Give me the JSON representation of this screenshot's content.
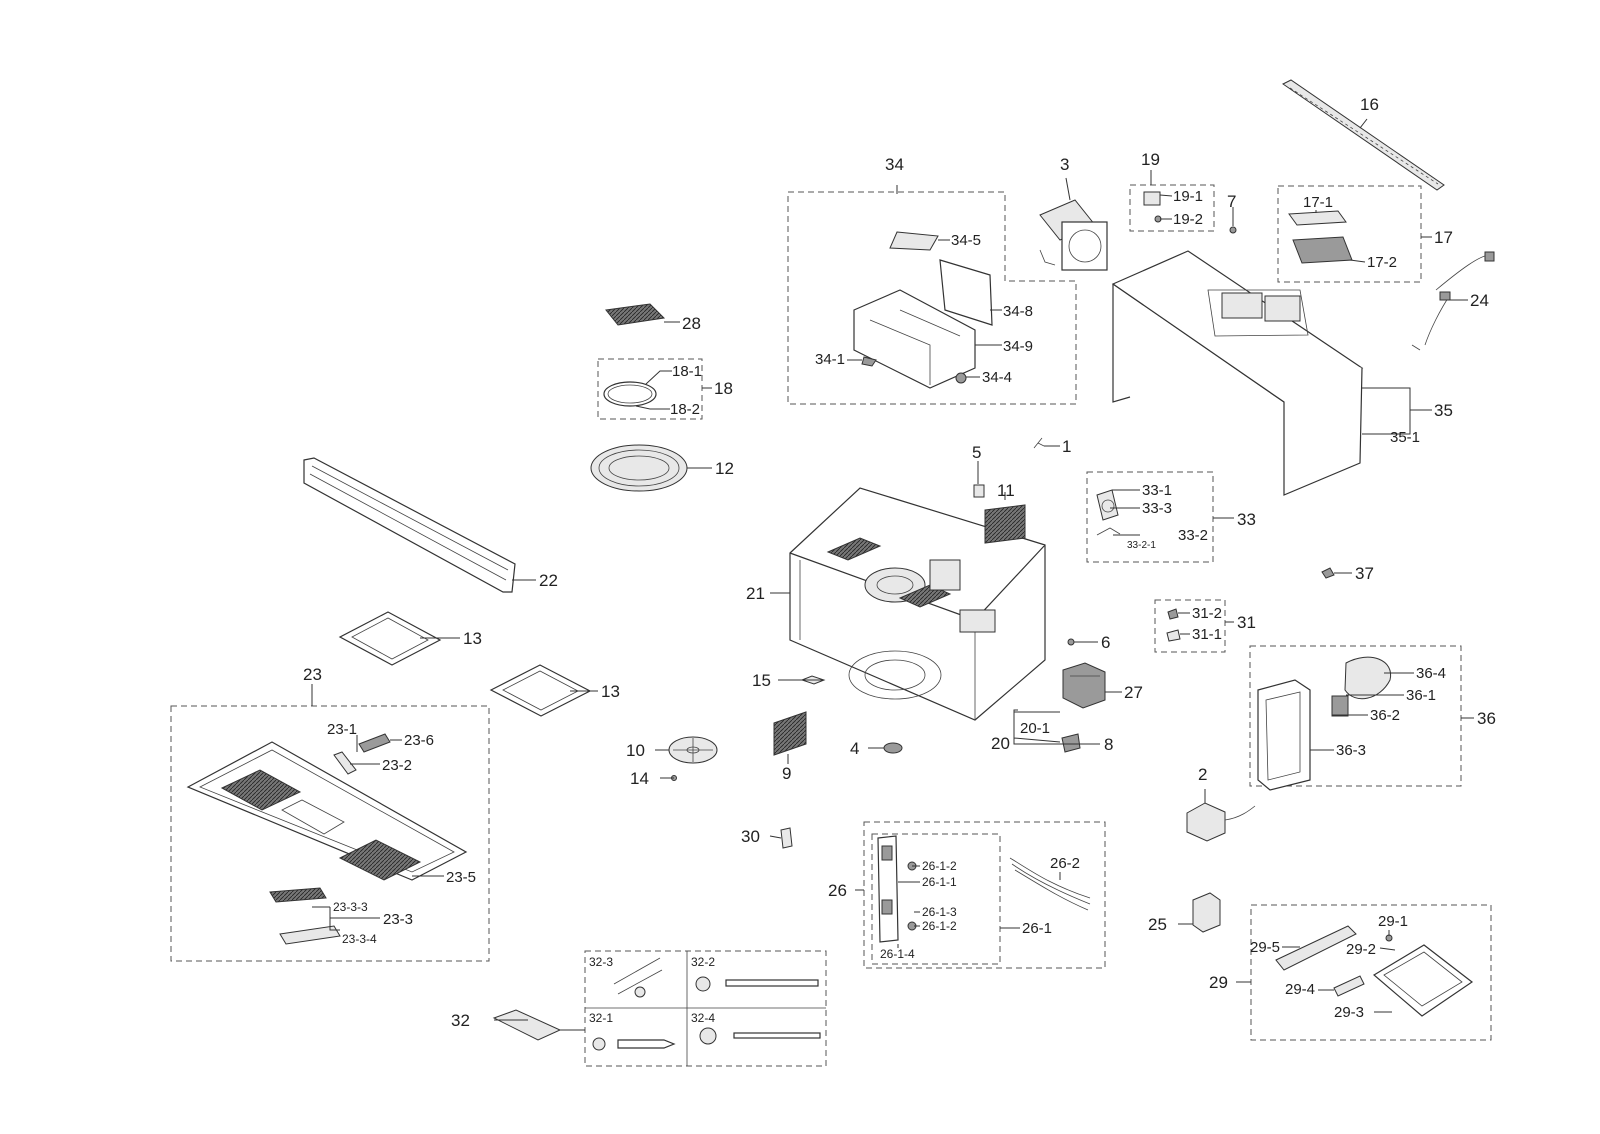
{
  "labels": {
    "l1": "1",
    "l2": "2",
    "l3": "3",
    "l4": "4",
    "l5": "5",
    "l6": "6",
    "l7": "7",
    "l8": "8",
    "l9": "9",
    "l10": "10",
    "l11": "11",
    "l12": "12",
    "l13a": "13",
    "l13b": "13",
    "l14": "14",
    "l15": "15",
    "l16": "16",
    "l17": "17",
    "l17_1": "17-1",
    "l17_2": "17-2",
    "l18": "18",
    "l18_1": "18-1",
    "l18_2": "18-2",
    "l19": "19",
    "l19_1": "19-1",
    "l19_2": "19-2",
    "l20": "20",
    "l20_1": "20-1",
    "l21": "21",
    "l22": "22",
    "l23": "23",
    "l23_1": "23-1",
    "l23_2": "23-2",
    "l23_3": "23-3",
    "l23_3_3": "23-3-3",
    "l23_3_4": "23-3-4",
    "l23_5": "23-5",
    "l23_6": "23-6",
    "l24": "24",
    "l25": "25",
    "l26": "26",
    "l26_1": "26-1",
    "l26_1_1": "26-1-1",
    "l26_1_2a": "26-1-2",
    "l26_1_2b": "26-1-2",
    "l26_1_3": "26-1-3",
    "l26_1_4": "26-1-4",
    "l26_2": "26-2",
    "l27": "27",
    "l28": "28",
    "l29": "29",
    "l29_1": "29-1",
    "l29_2": "29-2",
    "l29_3": "29-3",
    "l29_4": "29-4",
    "l29_5": "29-5",
    "l30": "30",
    "l31": "31",
    "l31_1": "31-1",
    "l31_2": "31-2",
    "l32": "32",
    "l32_1": "32-1",
    "l32_2": "32-2",
    "l32_3": "32-3",
    "l32_4": "32-4",
    "l33": "33",
    "l33_1": "33-1",
    "l33_2": "33-2",
    "l33_2_1": "33-2-1",
    "l33_3": "33-3",
    "l34": "34",
    "l34_1": "34-1",
    "l34_4": "34-4",
    "l34_5": "34-5",
    "l34_8": "34-8",
    "l34_9": "34-9",
    "l35": "35",
    "l35_1": "35-1",
    "l36": "36",
    "l36_1": "36-1",
    "l36_2": "36-2",
    "l36_3": "36-3",
    "l36_4": "36-4",
    "l37": "37"
  }
}
